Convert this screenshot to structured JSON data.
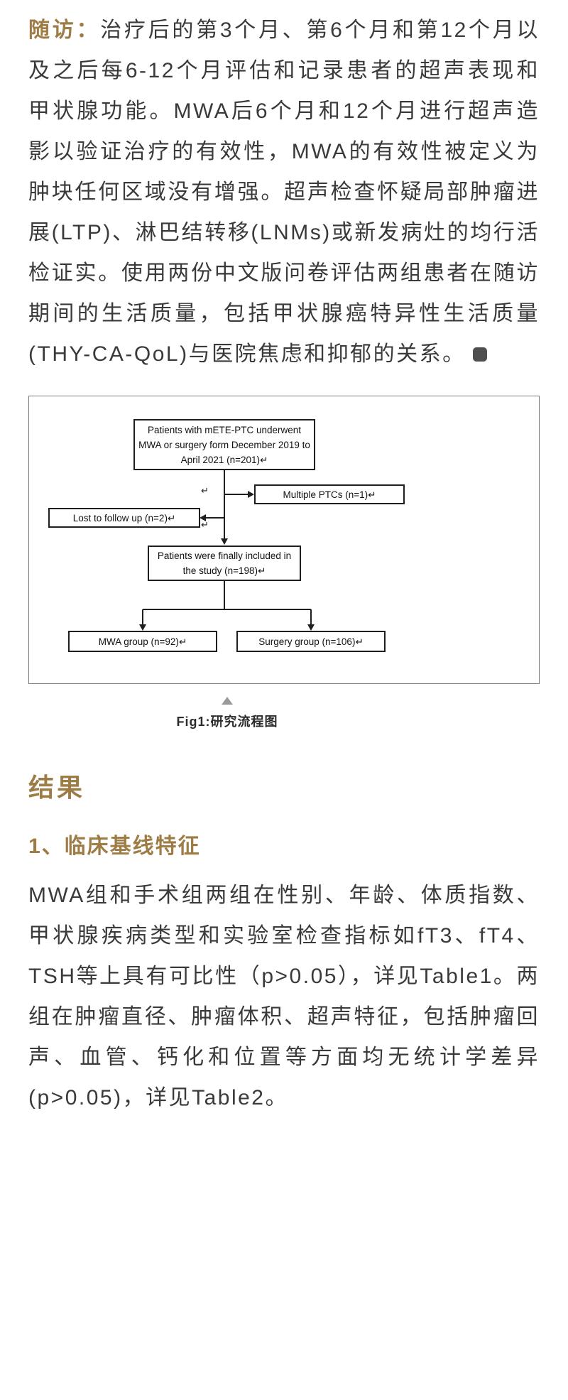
{
  "theme": {
    "accent": "#9d7c46",
    "body_text": "#3a3a3a",
    "flowchart_border": "#1f1f1f"
  },
  "followup": {
    "label": "随访：",
    "text": "治疗后的第3个月、第6个月和第12个月以及之后每6-12个月评估和记录患者的超声表现和甲状腺功能。MWA后6个月和12个月进行超声造影以验证治疗的有效性，MWA的有效性被定义为肿块任何区域没有增强。超声检查怀疑局部肿瘤进展(LTP)、淋巴结转移(LNMs)或新发病灶的均行活检证实。使用两份中文版问卷评估两组患者在随访期间的生活质量，包括甲状腺癌特异性生活质量(THY-CA-QoL)与医院焦虑和抑郁的关系。"
  },
  "figure": {
    "caption": "Fig1:研究流程图",
    "flowchart": {
      "enrollment_box": "Patients with mETE-PTC underwent MWA or surgery form December 2019 to April 2021 (n=201)↵",
      "multiple_ptcs_box": "Multiple PTCs (n=1)↵",
      "lost_followup_box": "Lost to follow up (n=2)↵",
      "included_box": "Patients were finally included in the study (n=198)↵",
      "mwa_group_box": "MWA group (n=92)↵",
      "surgery_group_box": "Surgery group (n=106)↵",
      "return_mark": "↵"
    }
  },
  "results": {
    "heading": "结果",
    "subheading": "1、临床基线特征",
    "text": "MWA组和手术组两组在性别、年龄、体质指数、甲状腺疾病类型和实验室检查指标如fT3、fT4、TSH等上具有可比性（p>0.05），详见Table1。两组在肿瘤直径、肿瘤体积、超声特征，包括肿瘤回声、血管、钙化和位置等方面均无统计学差异(p>0.05)，详见Table2。"
  }
}
